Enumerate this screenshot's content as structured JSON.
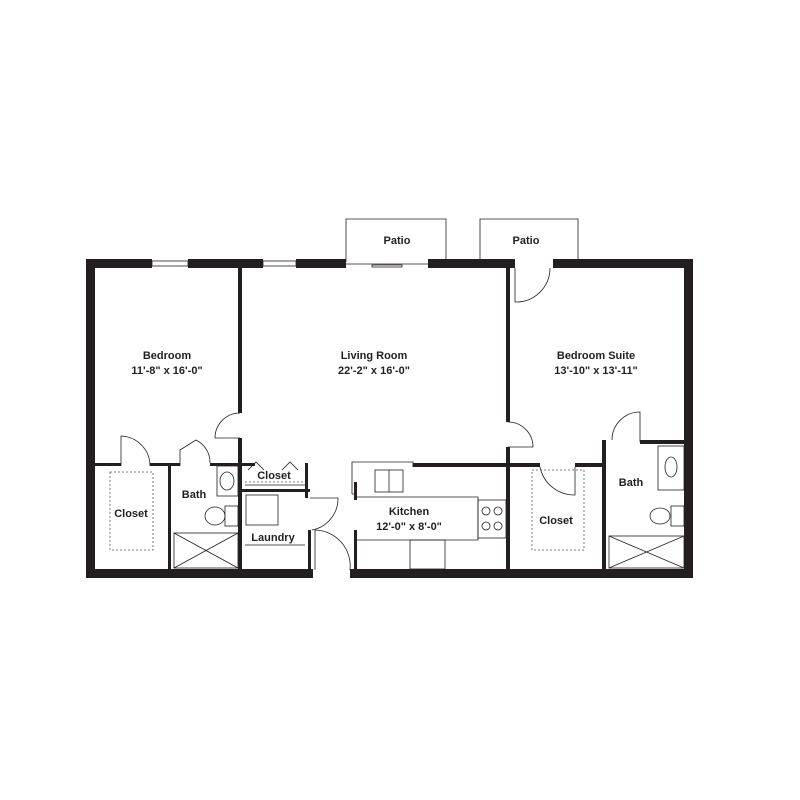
{
  "rooms": {
    "patio_left": {
      "name": "Patio"
    },
    "patio_right": {
      "name": "Patio"
    },
    "bedroom": {
      "name": "Bedroom",
      "size": "11'-8\" x 16'-0\""
    },
    "living_room": {
      "name": "Living Room",
      "size": "22'-2\" x 16'-0\""
    },
    "bedroom_suite": {
      "name": "Bedroom Suite",
      "size": "13'-10\" x 13'-11\""
    },
    "kitchen": {
      "name": "Kitchen",
      "size": "12'-0\" x 8'-0\""
    },
    "closet_left": {
      "name": "Closet"
    },
    "bath_left": {
      "name": "Bath"
    },
    "closet_hall": {
      "name": "Closet"
    },
    "laundry": {
      "name": "Laundry"
    },
    "closet_right": {
      "name": "Closet"
    },
    "bath_right": {
      "name": "Bath"
    }
  },
  "colors": {
    "wall": "#231f20",
    "background": "#ffffff"
  }
}
